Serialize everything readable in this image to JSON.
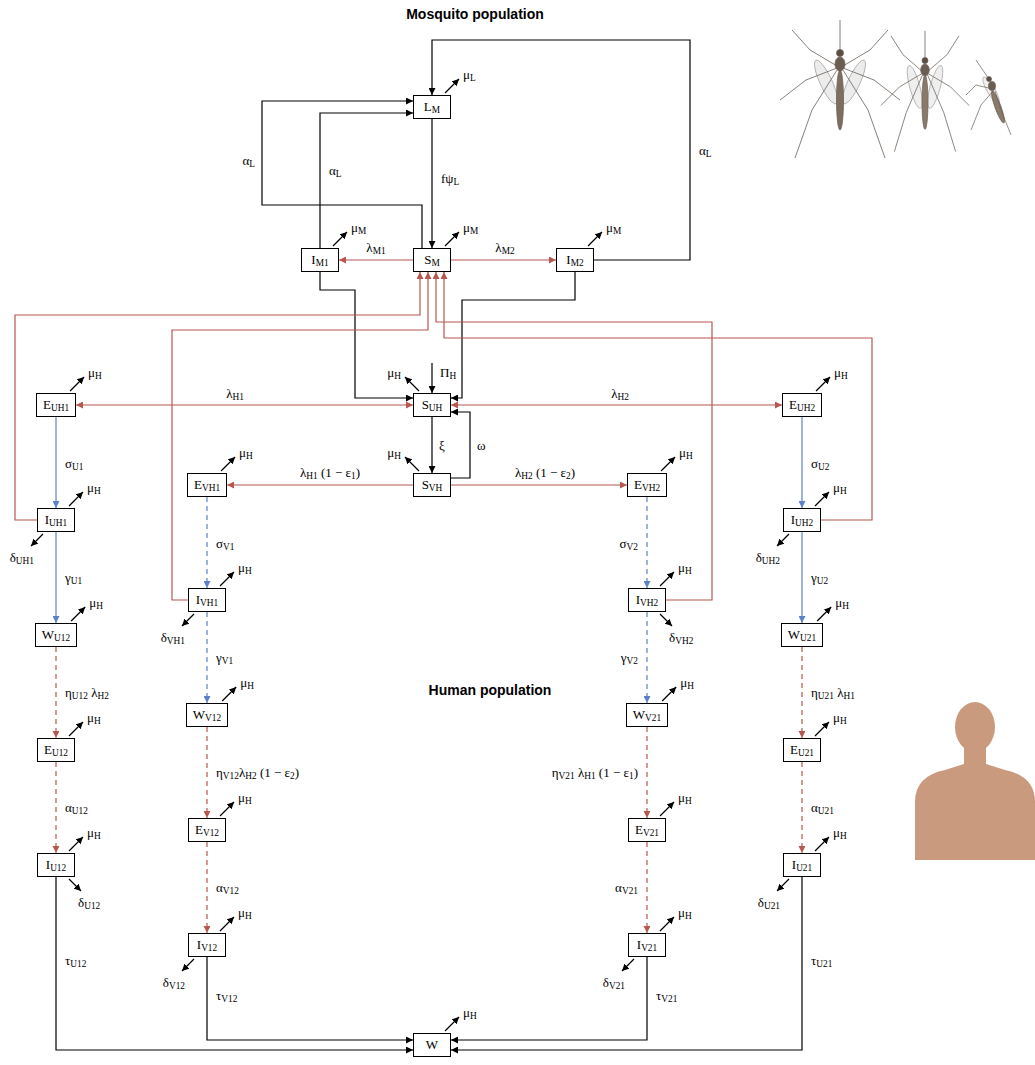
{
  "diagram": {
    "nodes": [
      {
        "text": [
          "LM"
        ]
      },
      {
        "text": [
          "IM1"
        ]
      },
      {
        "text": [
          "SM"
        ]
      },
      {
        "text": [
          "IM2"
        ]
      },
      {
        "text": [
          "SUH"
        ]
      },
      {
        "text": [
          "SVH"
        ]
      },
      {
        "text": [
          "EUH1"
        ]
      },
      {
        "text": [
          "EVH1"
        ]
      },
      {
        "text": [
          "EVH2"
        ]
      },
      {
        "text": [
          "EUH2"
        ]
      },
      {
        "text": [
          "IUH1"
        ]
      },
      {
        "text": [
          "IVH1"
        ]
      },
      {
        "text": [
          "IVH2"
        ]
      },
      {
        "text": [
          "IUH2"
        ]
      },
      {
        "text": [
          "WU12"
        ]
      },
      {
        "text": [
          "WV12"
        ]
      },
      {
        "text": [
          "WV21"
        ]
      },
      {
        "text": [
          "WU21"
        ]
      },
      {
        "text": [
          "EU12"
        ]
      },
      {
        "text": [
          "EV12"
        ]
      },
      {
        "text": [
          "EV21"
        ]
      },
      {
        "text": [
          "EU21"
        ]
      },
      {
        "text": [
          "IU12"
        ]
      },
      {
        "text": [
          "IV12"
        ]
      },
      {
        "text": [
          "IV21"
        ]
      },
      {
        "text": [
          "IU21"
        ]
      },
      {
        "text": [
          "W"
        ]
      }
    ],
    "edges": [
      {
        "from": 0,
        "to": 2,
        "label": "fψL",
        "arrow": "to"
      },
      {
        "from": 2,
        "to": 0,
        "label": "αL",
        "arrow": "to"
      },
      {
        "from": 1,
        "to": 0,
        "label": "αL",
        "arrow": "to"
      },
      {
        "from": 3,
        "to": 0,
        "label": "αL",
        "arrow": "to"
      },
      {
        "from": 2,
        "to": 1,
        "label": "λM1",
        "arrow": "to"
      },
      {
        "from": 2,
        "to": 3,
        "label": "λM2",
        "arrow": "to"
      },
      {
        "from": 1,
        "to": 4,
        "arrow": "to"
      },
      {
        "from": 3,
        "to": 4,
        "arrow": "to"
      },
      {
        "from": 5,
        "to": 4,
        "label": "ω",
        "arrow": "to"
      },
      {
        "from": 4,
        "to": 5,
        "label": "ξ",
        "arrow": "to"
      },
      {
        "from": 4,
        "to": 6,
        "label": "λH1",
        "arrow": "both"
      },
      {
        "from": 4,
        "to": 9,
        "label": "λH2",
        "arrow": "both"
      },
      {
        "from": 5,
        "to": 7,
        "label": "λH1 (1 − ε1)",
        "arrow": "to"
      },
      {
        "from": 5,
        "to": 8,
        "label": "λH2 (1 − ε2)",
        "arrow": "to"
      },
      {
        "from": 10,
        "to": 2,
        "arrow": "to"
      },
      {
        "from": 11,
        "to": 2,
        "arrow": "to"
      },
      {
        "from": 12,
        "to": 2,
        "arrow": "to"
      },
      {
        "from": 13,
        "to": 2,
        "arrow": "to"
      },
      {
        "from": 6,
        "to": 10,
        "label": "σU1",
        "arrow": "to"
      },
      {
        "from": 10,
        "to": 14,
        "label": "γU1",
        "arrow": "to"
      },
      {
        "from": 14,
        "to": 18,
        "label": "ηU12 λH2",
        "arrow": "to"
      },
      {
        "from": 18,
        "to": 22,
        "label": "αU12",
        "arrow": "to"
      },
      {
        "from": 22,
        "to": 26,
        "label": "τU12",
        "arrow": "to"
      },
      {
        "from": 7,
        "to": 11,
        "label": "σV1",
        "arrow": "to"
      },
      {
        "from": 11,
        "to": 15,
        "label": "γV1",
        "arrow": "to"
      },
      {
        "from": 15,
        "to": 19,
        "label": "ηV12λH2 (1 − ε2)",
        "arrow": "to"
      },
      {
        "from": 19,
        "to": 23,
        "label": "αV12",
        "arrow": "to"
      },
      {
        "from": 23,
        "to": 26,
        "label": "τV12",
        "arrow": "to"
      },
      {
        "from": 8,
        "to": 12,
        "label": "σV2",
        "arrow": "to"
      },
      {
        "from": 12,
        "to": 16,
        "label": "γV2",
        "arrow": "to"
      },
      {
        "from": 16,
        "to": 20,
        "label": "ηV21 λH1 (1 − ε1)",
        "arrow": "to"
      },
      {
        "from": 20,
        "to": 24,
        "label": "αV21",
        "arrow": "to"
      },
      {
        "from": 24,
        "to": 26,
        "label": "τV21",
        "arrow": "to"
      },
      {
        "from": 9,
        "to": 13,
        "label": "σU2",
        "arrow": "to"
      },
      {
        "from": 13,
        "to": 17,
        "label": "γU2",
        "arrow": "to"
      },
      {
        "from": 17,
        "to": 21,
        "label": "ηU21 λH1",
        "arrow": "to"
      },
      {
        "from": 21,
        "to": 25,
        "label": "αU21",
        "arrow": "to"
      },
      {
        "from": 25,
        "to": 26,
        "label": "τU21",
        "arrow": "to"
      }
    ],
    "labels": [
      "Mosquito population",
      "μL",
      "μM",
      "μM",
      "μM",
      "ΠH",
      "μH",
      "μH",
      "μH",
      "μH",
      "μH",
      "μH",
      "μH",
      "δUH1",
      "μH",
      "δVH1",
      "μH",
      "δVH2",
      "μH",
      "δUH2",
      "μH",
      "μH",
      "μH",
      "μH",
      "μH",
      "μH",
      "μH",
      "μH",
      "μH",
      "δU12",
      "μH",
      "δV12",
      "μH",
      "δV21",
      "μH",
      "δU21",
      "μH",
      "Human population"
    ]
  }
}
